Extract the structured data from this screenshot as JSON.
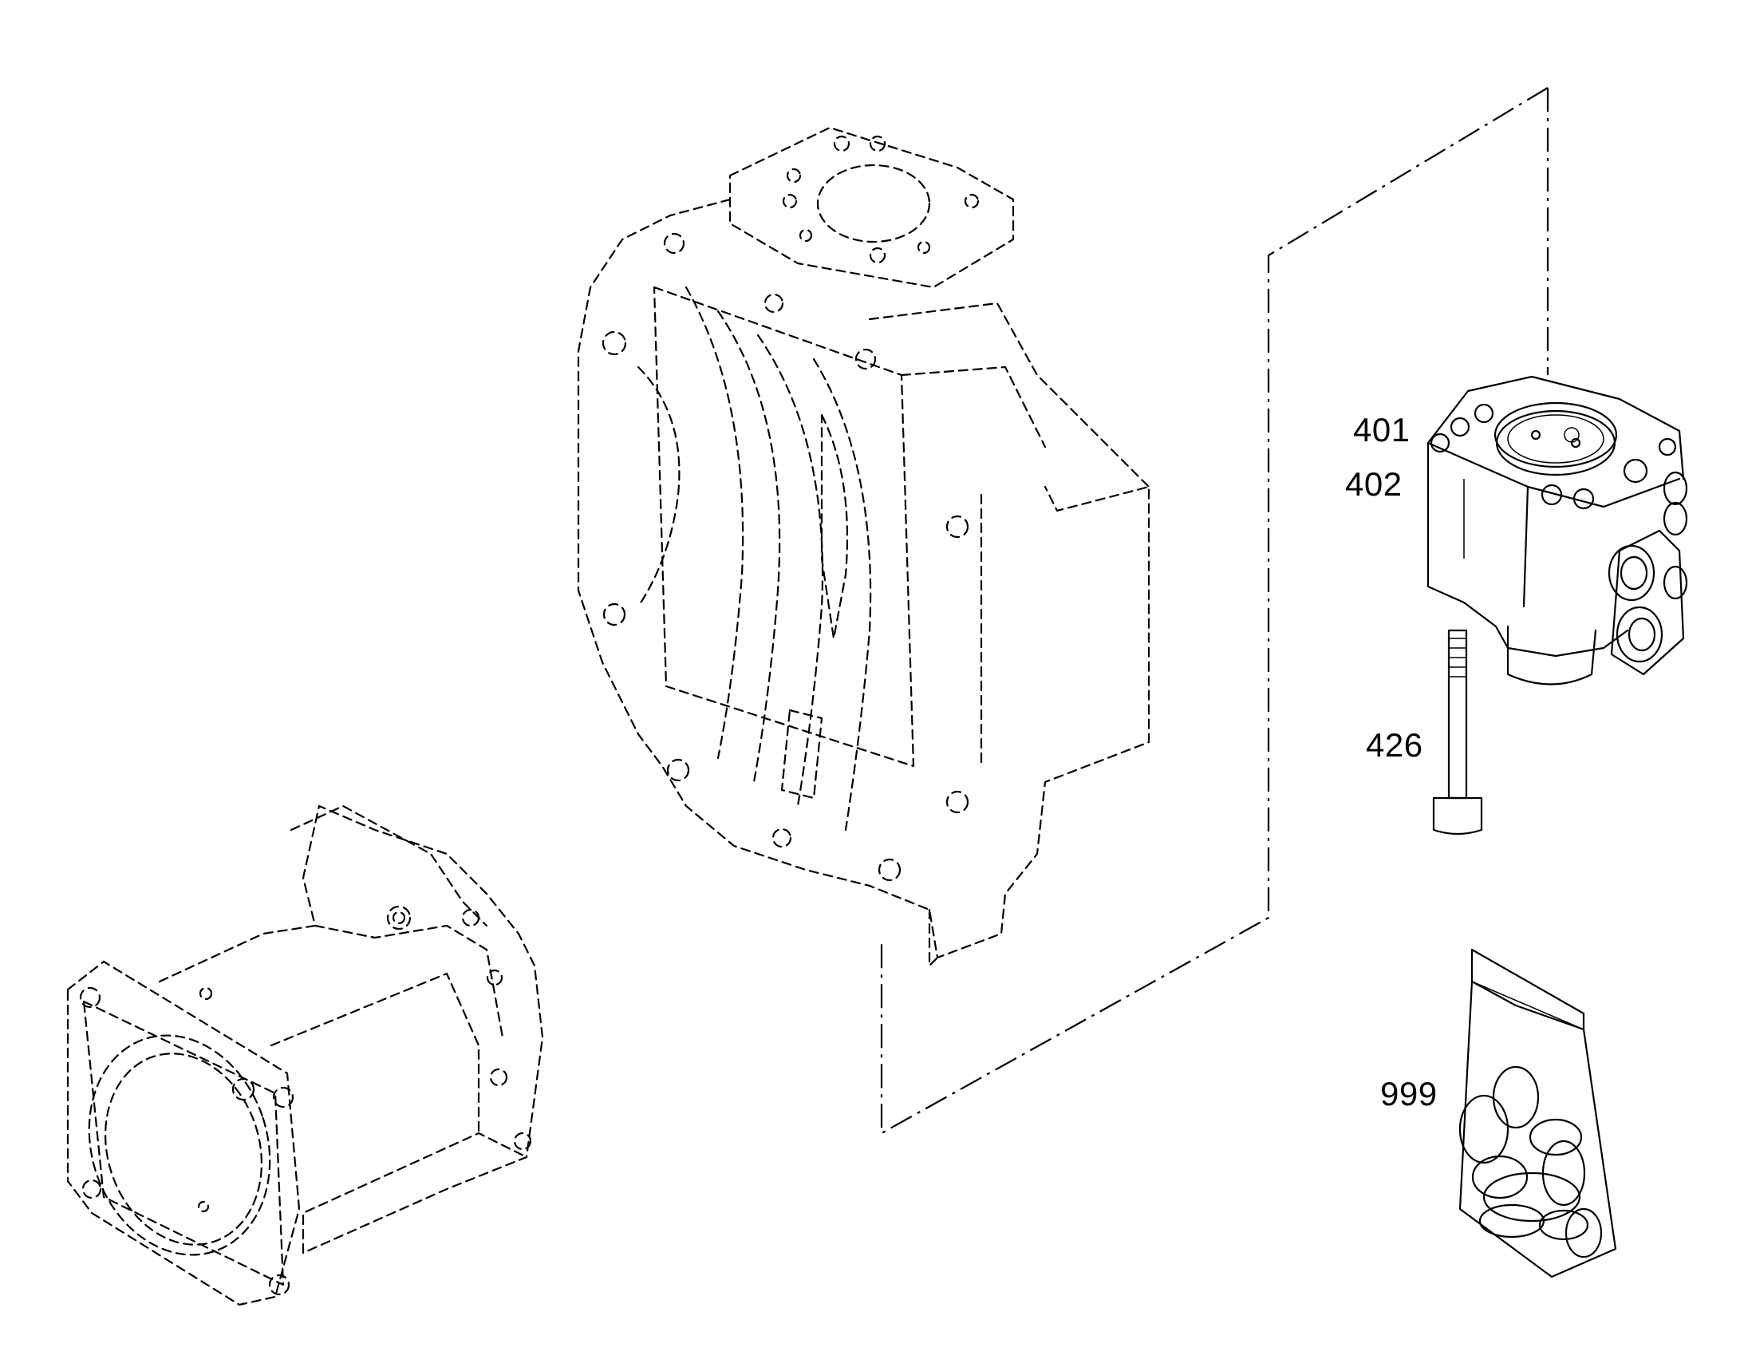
{
  "callouts": {
    "c401": "401",
    "c402": "402",
    "c426": "426",
    "c999": "999"
  },
  "colors": {
    "line": "#000000",
    "background": "#ffffff"
  }
}
